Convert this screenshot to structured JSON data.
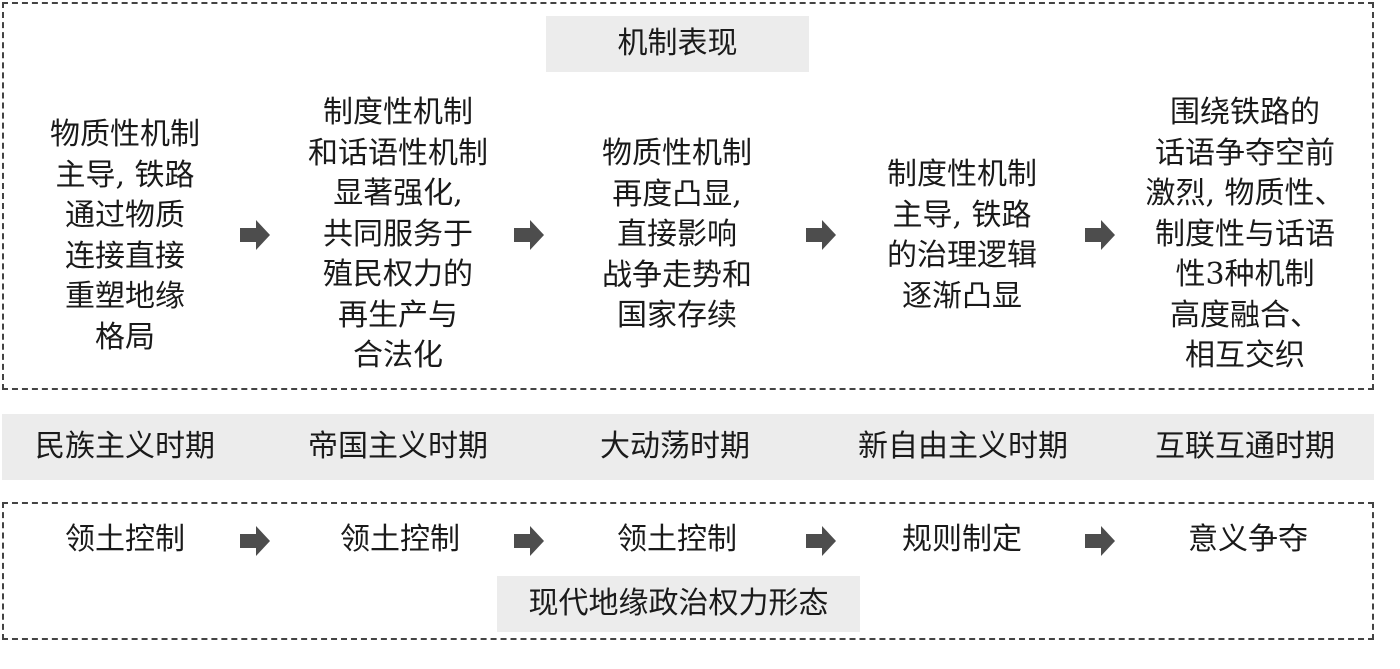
{
  "mechanism_title": "机制表现",
  "mechanisms": [
    [
      "物质性机制",
      "主导, 铁路",
      "通过物质",
      "连接直接",
      "重塑地缘",
      "格局"
    ],
    [
      "制度性机制",
      "和话语性机制",
      "显著强化,",
      "共同服务于",
      "殖民权力的",
      "再生产与",
      "合法化"
    ],
    [
      "物质性机制",
      "再度凸显,",
      "直接影响",
      "战争走势和",
      "国家存续"
    ],
    [
      "制度性机制",
      "主导, 铁路",
      "的治理逻辑",
      "逐渐凸显"
    ],
    [
      "围绕铁路的",
      "话语争夺空前",
      "激烈, 物质性、",
      "制度性与话语",
      "性3种机制",
      "高度融合、",
      "相互交织"
    ]
  ],
  "periods": [
    "民族主义时期",
    "帝国主义时期",
    "大动荡时期",
    "新自由主义时期",
    "互联互通时期"
  ],
  "power_forms": [
    "领土控制",
    "领土控制",
    "领土控制",
    "规则制定",
    "意义争夺"
  ],
  "power_form_title": "现代地缘政治权力形态",
  "colors": {
    "arrow": "#4d4d4d",
    "band": "#ececec",
    "border": "#444444"
  }
}
